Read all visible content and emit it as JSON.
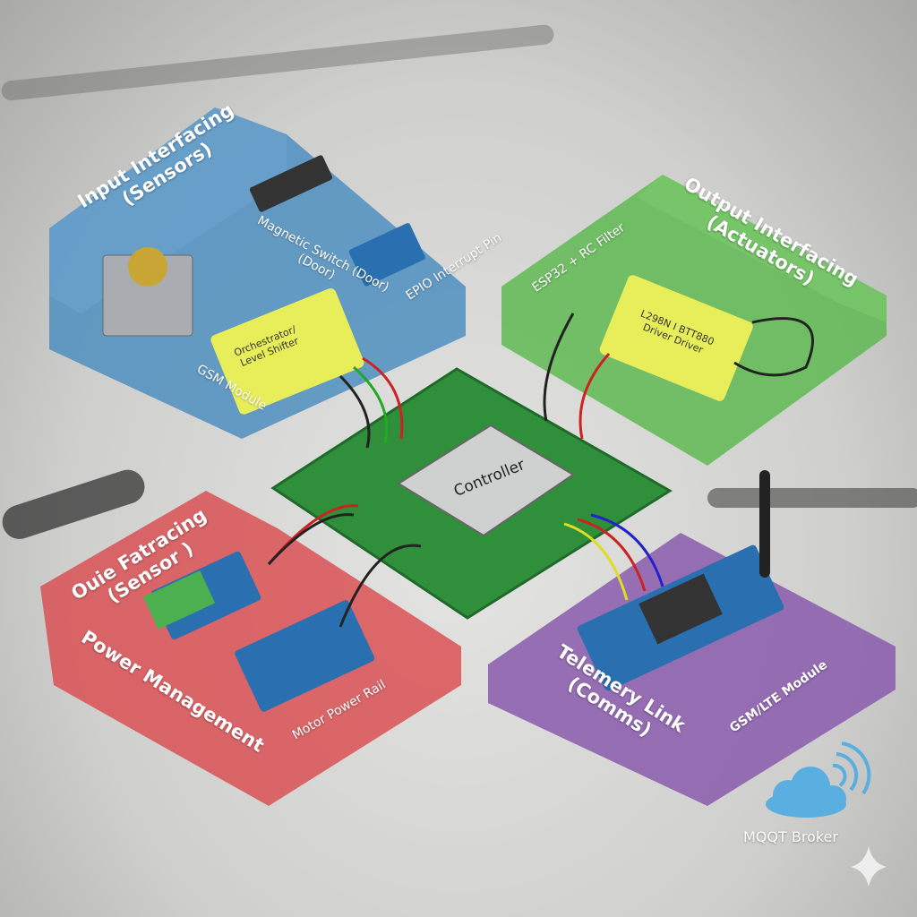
{
  "colors": {
    "input": "#4f8fc0",
    "output": "#5cb84e",
    "power": "#d9484c",
    "comms": "#8a5aad",
    "board": "#2f8f3a",
    "chip": "#e8ee5a",
    "cloud": "#5aaee0"
  },
  "input": {
    "title_line1": "Input Interfacing",
    "title_line2": "(Sensors)",
    "magnetic_switch_line1": "Magnetic",
    "magnetic_switch_line2": "(Door)",
    "magnetic_switch_full": "Switch (Door)",
    "interrupt_pin": "EPIO Interrupt Pin",
    "gsm_module": "GSM Module",
    "chip_line1": "Orchestrator/",
    "chip_line2": "Level Shifter"
  },
  "output": {
    "title_line1": "Output Interfacing",
    "title_line2": "(Actuators)",
    "esp32": "ESP32 + RC Filter",
    "chip_line1": "L298N I BTT880",
    "chip_line2": "Driver Driver"
  },
  "controller": {
    "label": "Controller"
  },
  "power": {
    "sensor_line1": "Ouie Fatracing",
    "sensor_line2": "(Sensor )",
    "title": "Power Management",
    "rail": "Motor Power Rail"
  },
  "comms": {
    "title_line1": "Telemery Link",
    "title_line2": "(Comms)",
    "module": "GSM/LTE Module"
  },
  "cloud": {
    "label": "MQQT Broker",
    "icon": "cloud-wifi-icon"
  }
}
